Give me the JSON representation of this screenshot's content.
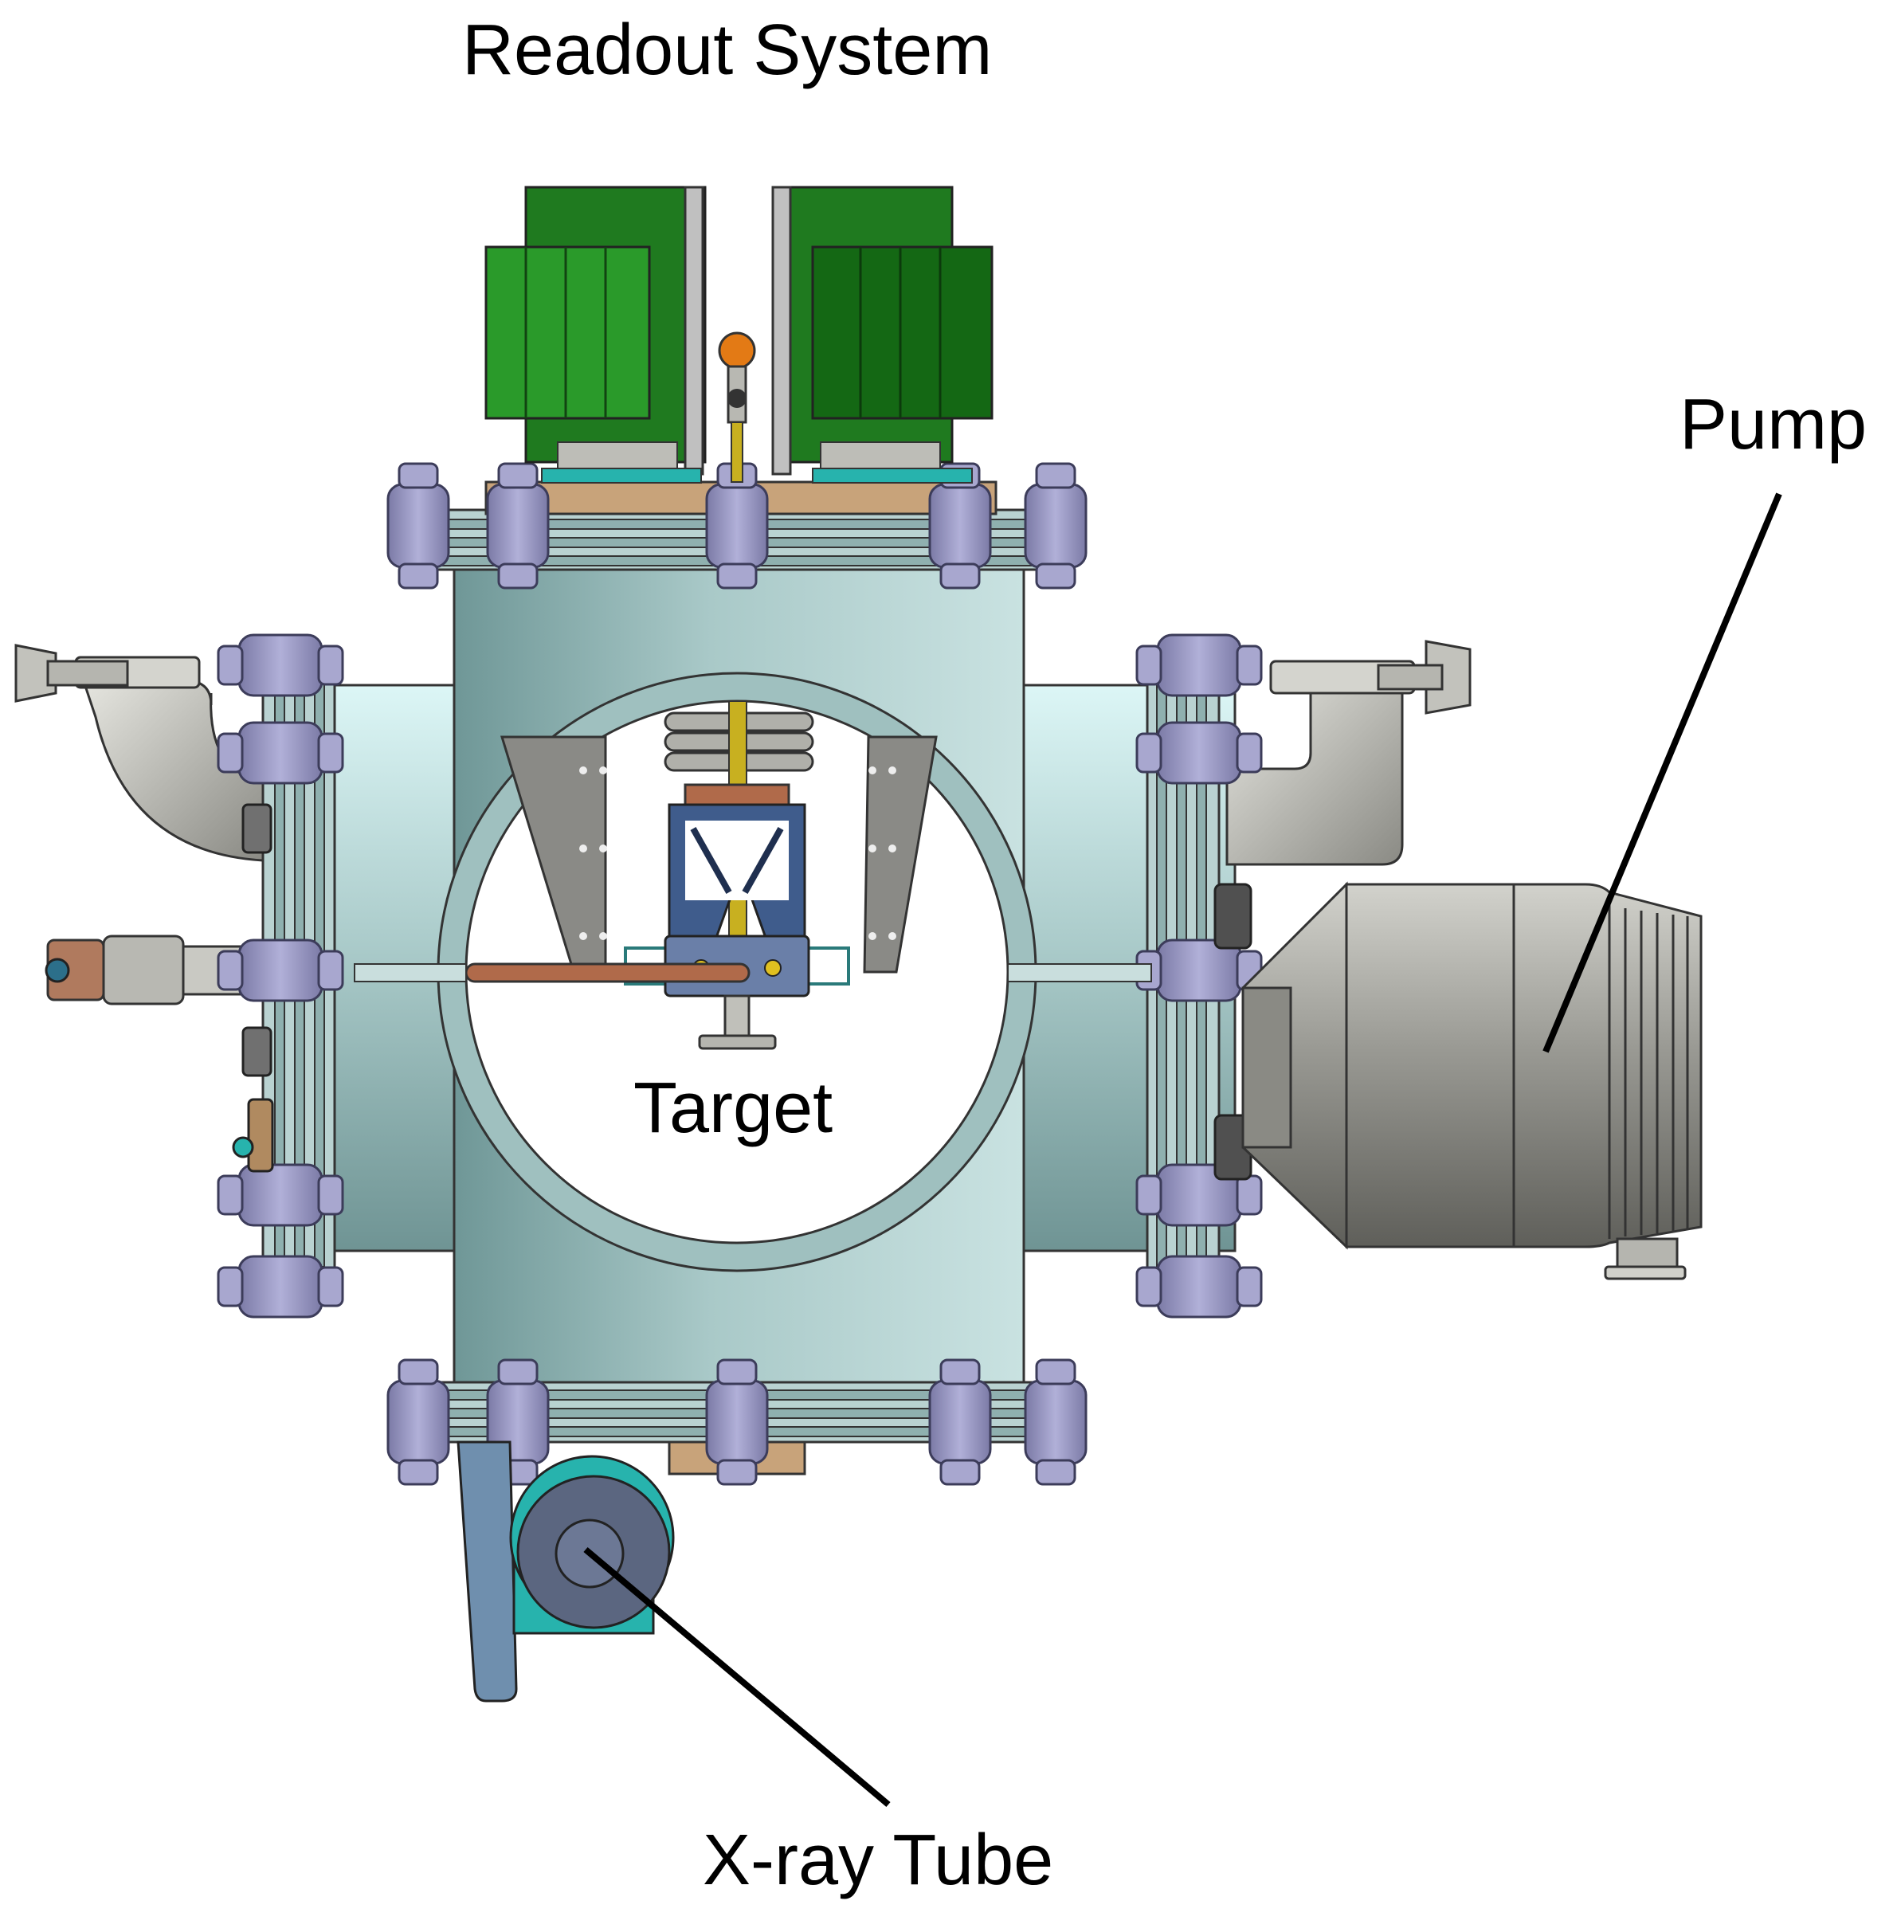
{
  "labels": {
    "readout": "Readout System",
    "pump": "Pump",
    "target": "Target",
    "xray": "X-ray Tube"
  },
  "colors": {
    "chamber": "#9fc1c0",
    "chamber_light": "#dff4f4",
    "clamp": "#9897c1",
    "board_green": "#1f8a1f",
    "pump_gray": "#8e8e88",
    "copper": "#b06a4a",
    "teal": "#27b3ad",
    "leader": "#000000"
  }
}
